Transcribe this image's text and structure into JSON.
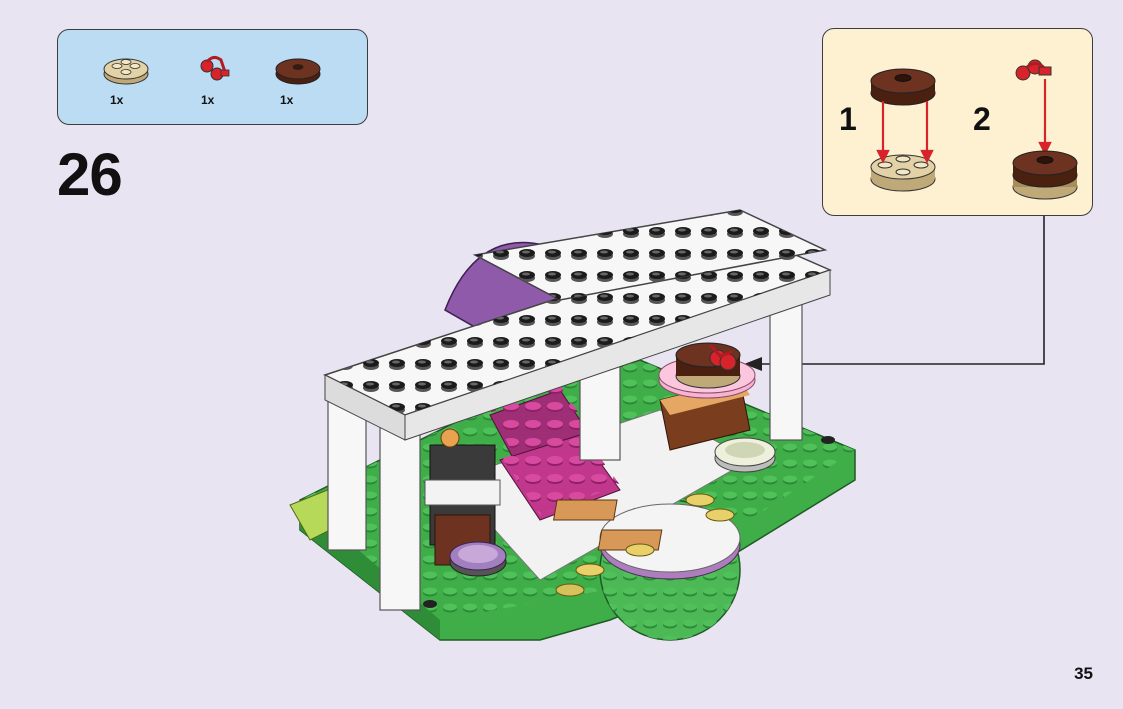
{
  "parts_list": [
    {
      "name": "tan round plate 2x2",
      "qty": "1x",
      "color": "#d9c79b"
    },
    {
      "name": "red cherry stem",
      "qty": "1x",
      "color": "#d8232a"
    },
    {
      "name": "brown round plate 2x2",
      "qty": "1x",
      "color": "#6d3320"
    }
  ],
  "step": {
    "number": "26"
  },
  "sub_steps": [
    {
      "label": "1"
    },
    {
      "label": "2"
    }
  ],
  "colors": {
    "background": "#e9e4f2",
    "parts_panel": "#bcdcf4",
    "sub_panel": "#fdf1d2",
    "arrow_red": "#d8232a",
    "white_brick": "#f7f7f7",
    "green_base": "#3fae49",
    "magenta_brick": "#c1378b",
    "purple_brick": "#8e5aa9"
  },
  "page": {
    "number": "35"
  }
}
